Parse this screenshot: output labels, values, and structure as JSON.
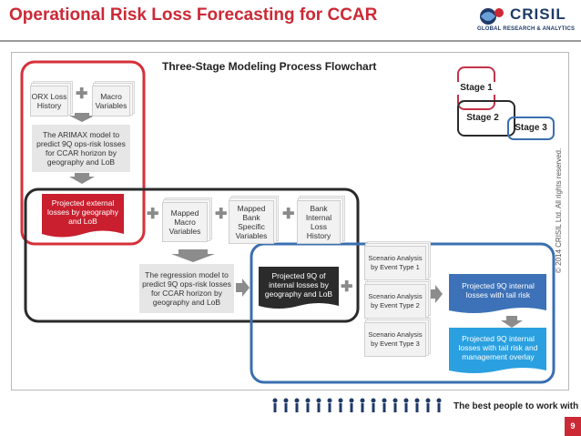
{
  "header": {
    "title": "Operational Risk Loss Forecasting for CCAR",
    "logo_name": "CRISIL",
    "logo_sub": "GLOBAL RESEARCH & ANALYTICS",
    "logo_icon": "crisil-emblem-icon"
  },
  "flowchart": {
    "title": "Three-Stage Modeling Process Flowchart",
    "stages": [
      "Stage 1",
      "Stage 2",
      "Stage 3"
    ],
    "stage1": {
      "orx": "ORX Loss History",
      "macro": "Macro Variables",
      "arimax": "The ARIMAX model to predict 9Q ops-risk losses for CCAR horizon by geography and LoB",
      "projected_external": "Projected external losses by geography and LoB"
    },
    "stage2": {
      "mapped_macro": "Mapped Macro Variables",
      "mapped_bank": "Mapped Bank Specific Variables",
      "bank_internal": "Bank Internal Loss History",
      "regression": "The regression model to predict 9Q ops-risk losses for CCAR horizon by geography and LoB",
      "projected_internal": "Projected 9Q of internal losses by geography and LoB"
    },
    "stage3": {
      "scenario1": "Scenario Analysis by Event Type 1",
      "scenario2": "Scenario Analysis by Event Type 2",
      "scenario3": "Scenario Analysis by Event Type 3",
      "tail_risk": "Projected 9Q internal losses with tail risk",
      "mgmt_overlay": "Projected 9Q internal losses with tail risk and management overlay"
    }
  },
  "colors": {
    "stage1": "#d6303a",
    "stage2": "#2a2a2a",
    "stage3": "#3a6fb0",
    "red_doc": "#c91f2e",
    "dark_doc": "#2b2b2b",
    "blue_doc": "#3d72b8",
    "light_blue_doc": "#2aa0e0"
  },
  "footer": {
    "copyright": "© 2014 CRISIL Ltd. All rights reserved.",
    "tagline": "The best people to work with",
    "page": "9"
  }
}
